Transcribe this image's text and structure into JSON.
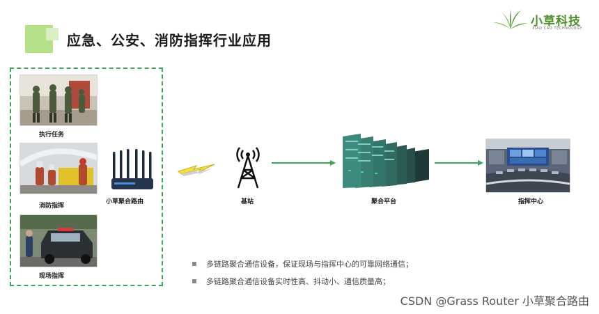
{
  "header": {
    "title": "应急、公安、消防指挥行业应用"
  },
  "logo": {
    "name_cn": "小草科技",
    "name_en": "XIAO CAO TECHNOLOGY",
    "brand_color": "#4d8f2a"
  },
  "field": {
    "items": [
      {
        "label": "执行任务",
        "icon": "soldiers-photo"
      },
      {
        "label": "消防指挥",
        "icon": "firefighters-photo"
      },
      {
        "label": "现场指挥",
        "icon": "police-car-photo"
      }
    ],
    "router_label": "小草聚合路由",
    "border_color": "#3aa65b"
  },
  "flow": {
    "station_label": "基站",
    "platform_label": "聚合平台",
    "center_label": "指挥中心",
    "arrow_color": "#3aa65b"
  },
  "bullets": [
    "多链路聚合通信设备，保证现场与指挥中心的可靠网络通信；",
    "多链路聚合通信设备实时性高、抖动小、通信质量高；"
  ],
  "watermark": "CSDN @Grass Router 小草聚合路由"
}
